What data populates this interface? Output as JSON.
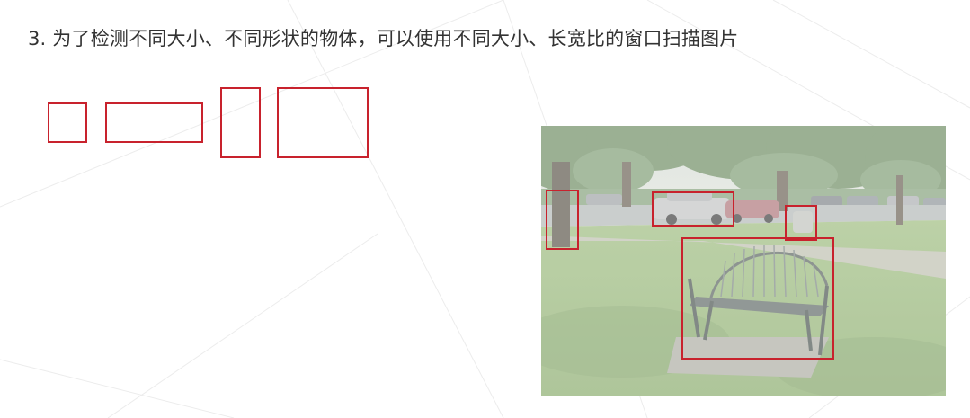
{
  "slide": {
    "heading": "3. 为了检测不同大小、不同形状的物体，可以使用不同大小、长宽比的窗口扫描图片"
  },
  "colors": {
    "window_border": "#c8222d",
    "text": "#333333",
    "background": "#ffffff"
  },
  "windows": {
    "shapes": [
      "small-square",
      "wide",
      "tall",
      "large"
    ]
  },
  "photo": {
    "subject": "park bench under trees with parked cars in background",
    "detected_boxes": [
      "tree-trunk",
      "cars",
      "trash-can",
      "bench"
    ]
  }
}
